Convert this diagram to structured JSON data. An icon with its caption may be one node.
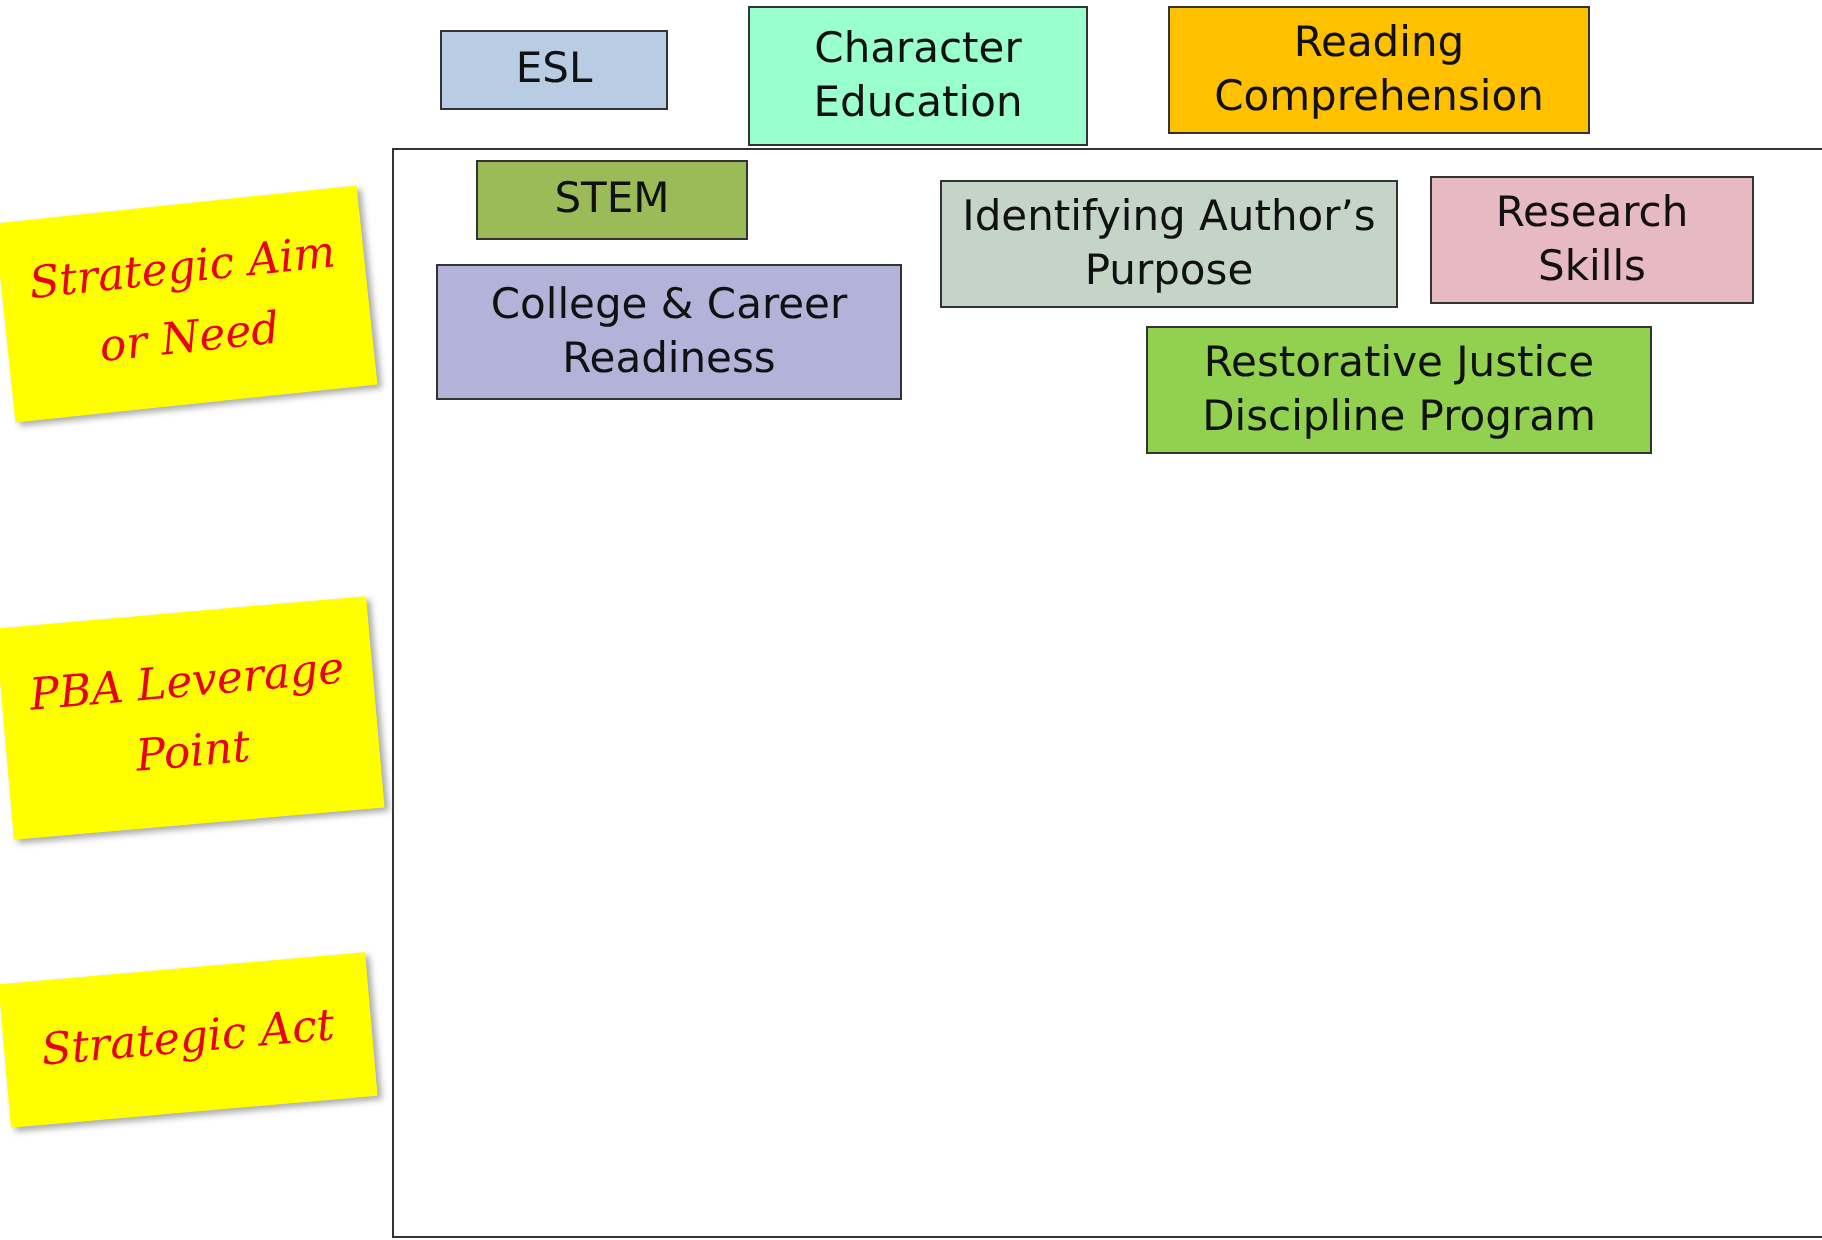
{
  "diagram": {
    "nodes": [
      {
        "text": [
          "ESL"
        ]
      },
      {
        "text": [
          "Character Education"
        ]
      },
      {
        "text": [
          "Reading Comprehension"
        ]
      },
      {
        "text": [],
        "shape": "box"
      },
      {
        "text": [
          "STEM"
        ],
        "in": 3
      },
      {
        "text": [
          "Identifying Author’s Purpose"
        ],
        "in": 3
      },
      {
        "text": [
          "Research Skills"
        ],
        "in": 3
      },
      {
        "text": [
          "Strategic Aim or Need"
        ]
      },
      {
        "text": [
          "College & Career Readiness"
        ],
        "in": 3
      },
      {
        "text": [
          "Restorative Justice Discipline Program"
        ],
        "in": 3
      },
      {
        "text": [
          "PBA Leverage Point"
        ]
      },
      {
        "text": [
          "Strategic Act"
        ]
      }
    ],
    "edges": []
  }
}
